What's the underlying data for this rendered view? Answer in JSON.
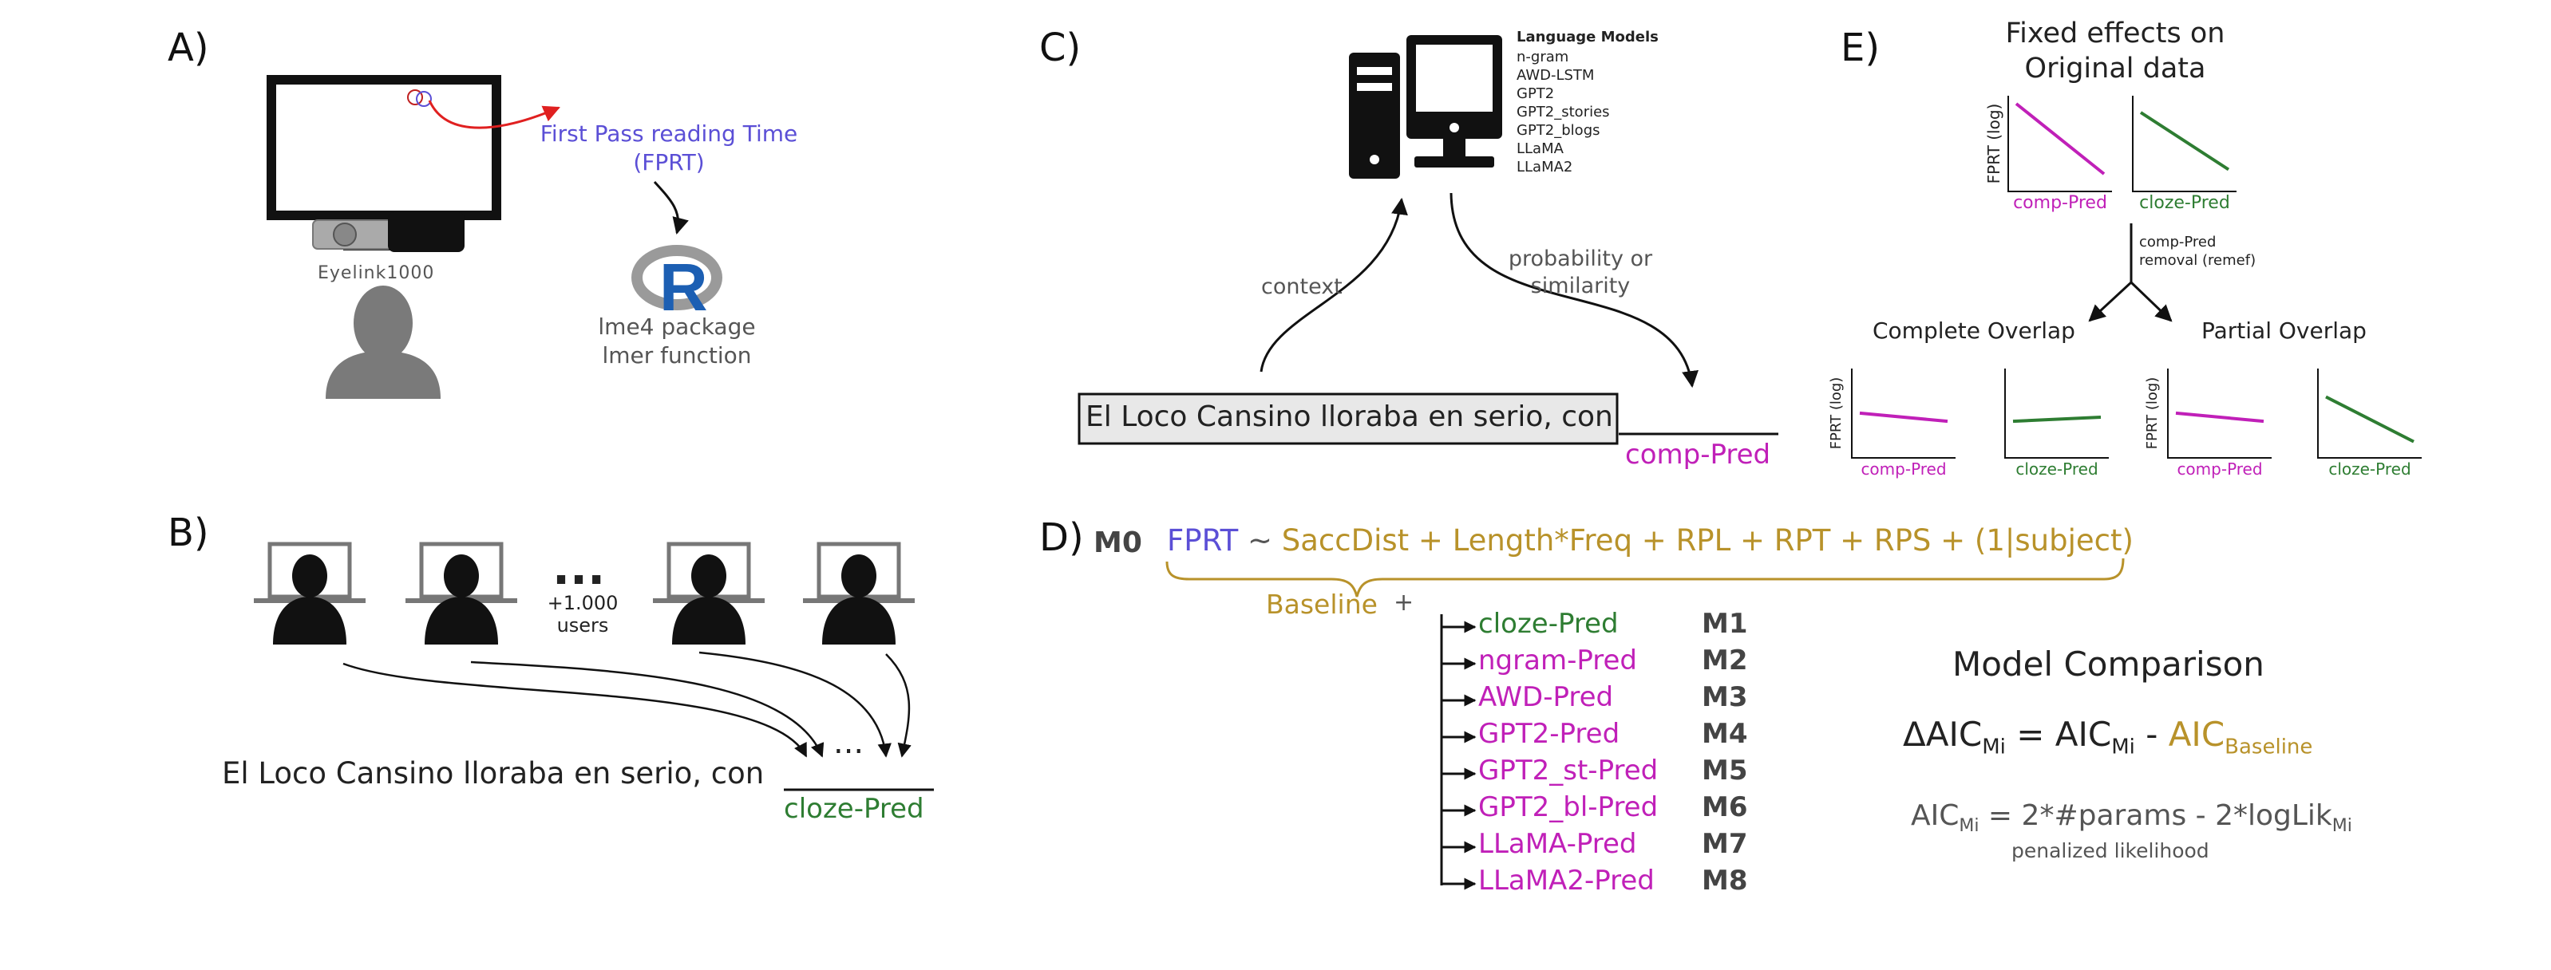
{
  "colors": {
    "violet": "#5b4fd6",
    "magenta": "#c020b8",
    "green": "#2e7d32",
    "gold": "#b8922a",
    "red": "#e02020"
  },
  "panelA": {
    "label": "A)",
    "fprt_line1": "First Pass reading Time",
    "fprt_line2": "(FPRT)",
    "tracker": "Eyelink1000",
    "pkg_line1": "lme4 package",
    "pkg_line2": "lmer function",
    "r_logo": "R"
  },
  "panelB": {
    "label": "B)",
    "dots": "...",
    "users_line1": "+1.000",
    "users_line2": "users",
    "sentence": "El Loco Cansino lloraba en serio, con",
    "ellipsis": "...",
    "target": "cloze-Pred"
  },
  "panelC": {
    "label": "C)",
    "lm_title": "Language Models",
    "lm_list": [
      "n-gram",
      "AWD-LSTM",
      "GPT2",
      "GPT2_stories",
      "GPT2_blogs",
      "LLaMA",
      "LLaMA2"
    ],
    "context": "context",
    "prob_line1": "probability or",
    "prob_line2": "similarity",
    "sentence": "El Loco Cansino lloraba en serio, con",
    "target": "comp-Pred"
  },
  "panelD": {
    "label": "D)",
    "m0": "M0",
    "fprt": "FPRT",
    "tilde": "~",
    "formula": "SaccDist + Length*Freq + RPL + RPT + RPS + (1|subject)",
    "baseline": "Baseline",
    "plus": "+",
    "models": [
      {
        "pred": "cloze-Pred",
        "id": "M1",
        "kind": "green"
      },
      {
        "pred": "ngram-Pred",
        "id": "M2",
        "kind": "magenta"
      },
      {
        "pred": "AWD-Pred",
        "id": "M3",
        "kind": "magenta"
      },
      {
        "pred": "GPT2-Pred",
        "id": "M4",
        "kind": "magenta"
      },
      {
        "pred": "GPT2_st-Pred",
        "id": "M5",
        "kind": "magenta"
      },
      {
        "pred": "GPT2_bl-Pred",
        "id": "M6",
        "kind": "magenta"
      },
      {
        "pred": "LLaMA-Pred",
        "id": "M7",
        "kind": "magenta"
      },
      {
        "pred": "LLaMA2-Pred",
        "id": "M8",
        "kind": "magenta"
      }
    ],
    "comparison_title": "Model Comparison",
    "delta": "ΔAIC",
    "mi": "Mi",
    "eq": " = AIC",
    "minus": " - ",
    "aic_base": "AIC",
    "baseline_sub": "Baseline",
    "aic": "AIC",
    "aic_formula": " = 2*#params - 2*logLik",
    "penalized": "penalized likelihood"
  },
  "panelE": {
    "label": "E)",
    "title_line1": "Fixed effects on",
    "title_line2": "Original data",
    "ylabel": "FPRT (log)",
    "xlabel_comp": "comp-Pred",
    "xlabel_cloze": "cloze-Pred",
    "removal_line1": "comp-Pred",
    "removal_line2": "removal (remef)",
    "complete": "Complete Overlap",
    "partial": "Partial Overlap"
  },
  "chart_data": [
    {
      "type": "line",
      "title": "",
      "xlabel": "comp-Pred",
      "ylabel": "FPRT (log)",
      "series": [
        {
          "values": [
            1.0,
            0.2
          ]
        }
      ]
    },
    {
      "type": "line",
      "title": "",
      "xlabel": "cloze-Pred",
      "ylabel": "",
      "series": [
        {
          "values": [
            0.9,
            0.25
          ]
        }
      ]
    },
    {
      "type": "line",
      "title": "",
      "xlabel": "comp-Pred",
      "ylabel": "FPRT (log)",
      "series": [
        {
          "values": [
            0.55,
            0.45
          ]
        }
      ]
    },
    {
      "type": "line",
      "title": "",
      "xlabel": "cloze-Pred",
      "ylabel": "",
      "series": [
        {
          "values": [
            0.45,
            0.5
          ]
        }
      ]
    },
    {
      "type": "line",
      "title": "",
      "xlabel": "comp-Pred",
      "ylabel": "FPRT (log)",
      "series": [
        {
          "values": [
            0.55,
            0.45
          ]
        }
      ]
    },
    {
      "type": "line",
      "title": "",
      "xlabel": "cloze-Pred",
      "ylabel": "",
      "series": [
        {
          "values": [
            0.75,
            0.2
          ]
        }
      ]
    }
  ]
}
